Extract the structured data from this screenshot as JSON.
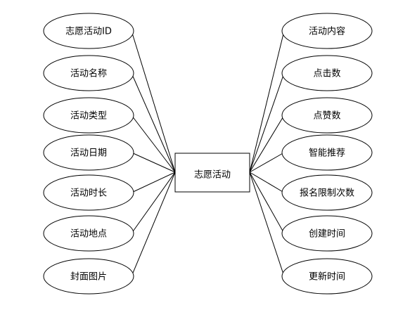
{
  "entity": {
    "label": "志愿活动"
  },
  "left_attributes": [
    {
      "id": "attr-volunteer-activity-id",
      "label": "志愿活动ID"
    },
    {
      "id": "attr-activity-name",
      "label": "活动名称"
    },
    {
      "id": "attr-activity-type",
      "label": "活动类型"
    },
    {
      "id": "attr-activity-date",
      "label": "活动日期"
    },
    {
      "id": "attr-activity-duration",
      "label": "活动时长"
    },
    {
      "id": "attr-activity-location",
      "label": "活动地点"
    },
    {
      "id": "attr-cover-image",
      "label": "封面图片"
    }
  ],
  "right_attributes": [
    {
      "id": "attr-activity-content",
      "label": "活动内容"
    },
    {
      "id": "attr-click-count",
      "label": "点击数"
    },
    {
      "id": "attr-like-count",
      "label": "点赞数"
    },
    {
      "id": "attr-smart-recommend",
      "label": "智能推荐"
    },
    {
      "id": "attr-signup-limit",
      "label": "报名限制次数"
    },
    {
      "id": "attr-create-time",
      "label": "创建时间"
    },
    {
      "id": "attr-update-time",
      "label": "更新时间"
    }
  ]
}
